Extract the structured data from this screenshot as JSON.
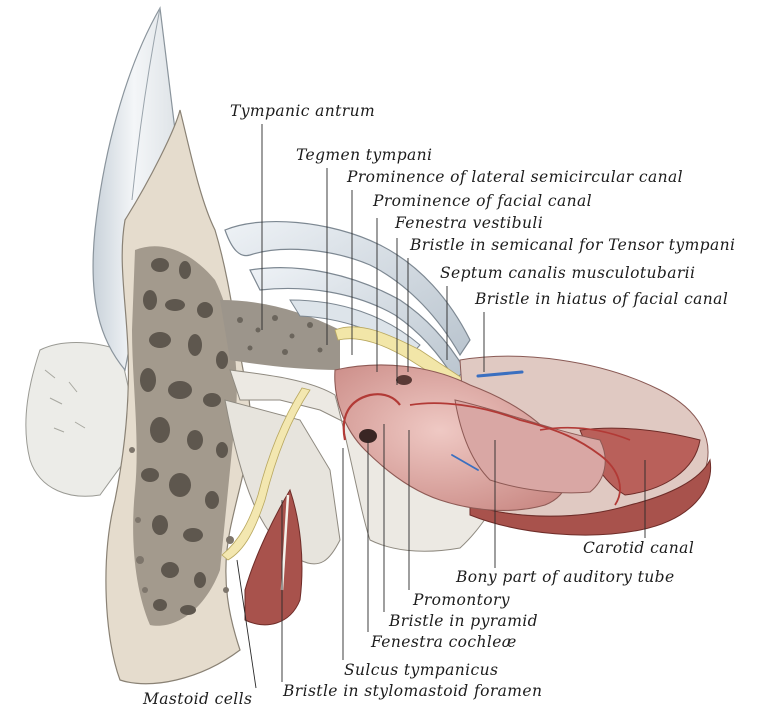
{
  "figure": {
    "labels": {
      "tympanic_antrum": "Tympanic antrum",
      "tegmen_tympani": "Tegmen tympani",
      "prominence_lateral_canal": "Prominence of lateral semicircular canal",
      "prominence_facial_canal": "Prominence of facial canal",
      "fenestra_vestibuli": "Fenestra vestibuli",
      "bristle_tensor_tympani": "Bristle in semicanal for Tensor tympani",
      "septum_canalis": "Septum canalis musculotubarii",
      "bristle_hiatus": "Bristle in hiatus of facial canal",
      "carotid_canal": "Carotid canal",
      "bony_auditory_tube": "Bony part of auditory tube",
      "promontory": "Promontory",
      "bristle_pyramid": "Bristle in pyramid",
      "fenestra_cochleae": "Fenestra cochleæ",
      "sulcus_tympanicus": "Sulcus tympanicus",
      "bristle_stylomastoid": "Bristle in stylomastoid foramen",
      "mastoid_cells": "Mastoid cells"
    },
    "colors": {
      "bone_pale": "#e9e3d6",
      "bone_shadow": "#b9b3a6",
      "spongy_dark": "#7a7268",
      "mucosa_pink": "#d9a7a4",
      "artery_red": "#b23a36",
      "tissue_dark_red": "#9a4b47",
      "bristle_blue": "#3a6fc0",
      "canal_yellow": "#f3e7b0",
      "leader_line": "#2a2a2a"
    }
  }
}
